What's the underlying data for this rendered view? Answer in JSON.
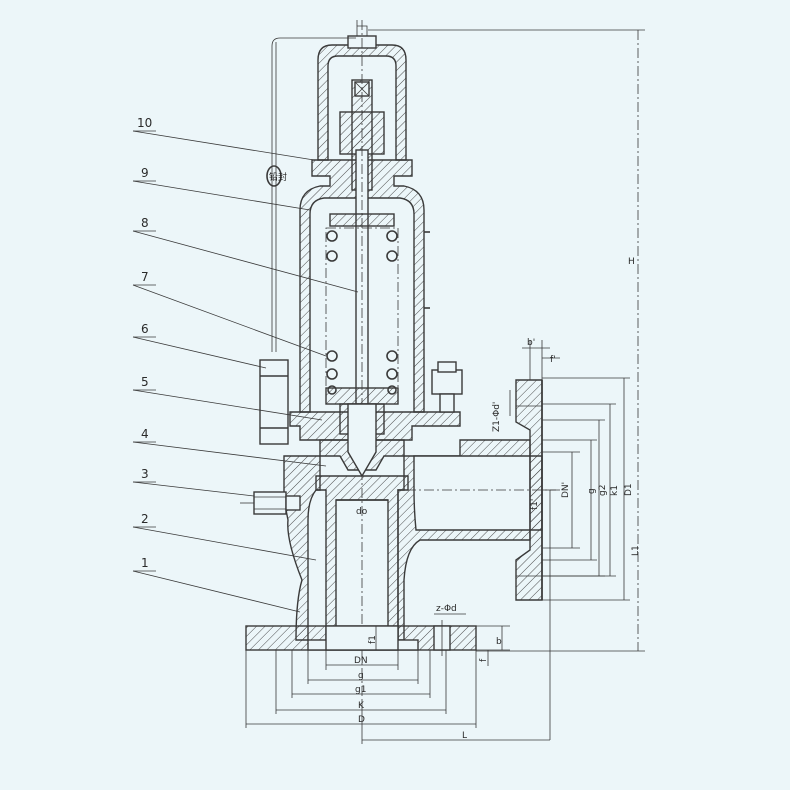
{
  "part_labels": [
    "1",
    "2",
    "3",
    "4",
    "5",
    "6",
    "7",
    "8",
    "9",
    "10"
  ],
  "dims_bottom": {
    "dn": "DN",
    "g": "g",
    "g1": "g1",
    "k": "K",
    "d": "D",
    "l": "L"
  },
  "dims_outlet": {
    "b_prime": "b'",
    "f_prime": "f'",
    "z1_d": "Z1-Φd'",
    "dn_prime": "DN'",
    "g": "g",
    "g2": "g2",
    "k1": "k1",
    "d1": "D1",
    "f1_prime": "f1'",
    "l1": "L1"
  },
  "dims_inlet": {
    "z_d": "z-Φd",
    "f1": "f1",
    "b": "b",
    "f": "f",
    "do": "do"
  },
  "dims_overall": {
    "h": "H"
  },
  "seal_mark": "铅封",
  "colors": {
    "background": "#ecf6f9",
    "line": "#3a3a3a"
  }
}
